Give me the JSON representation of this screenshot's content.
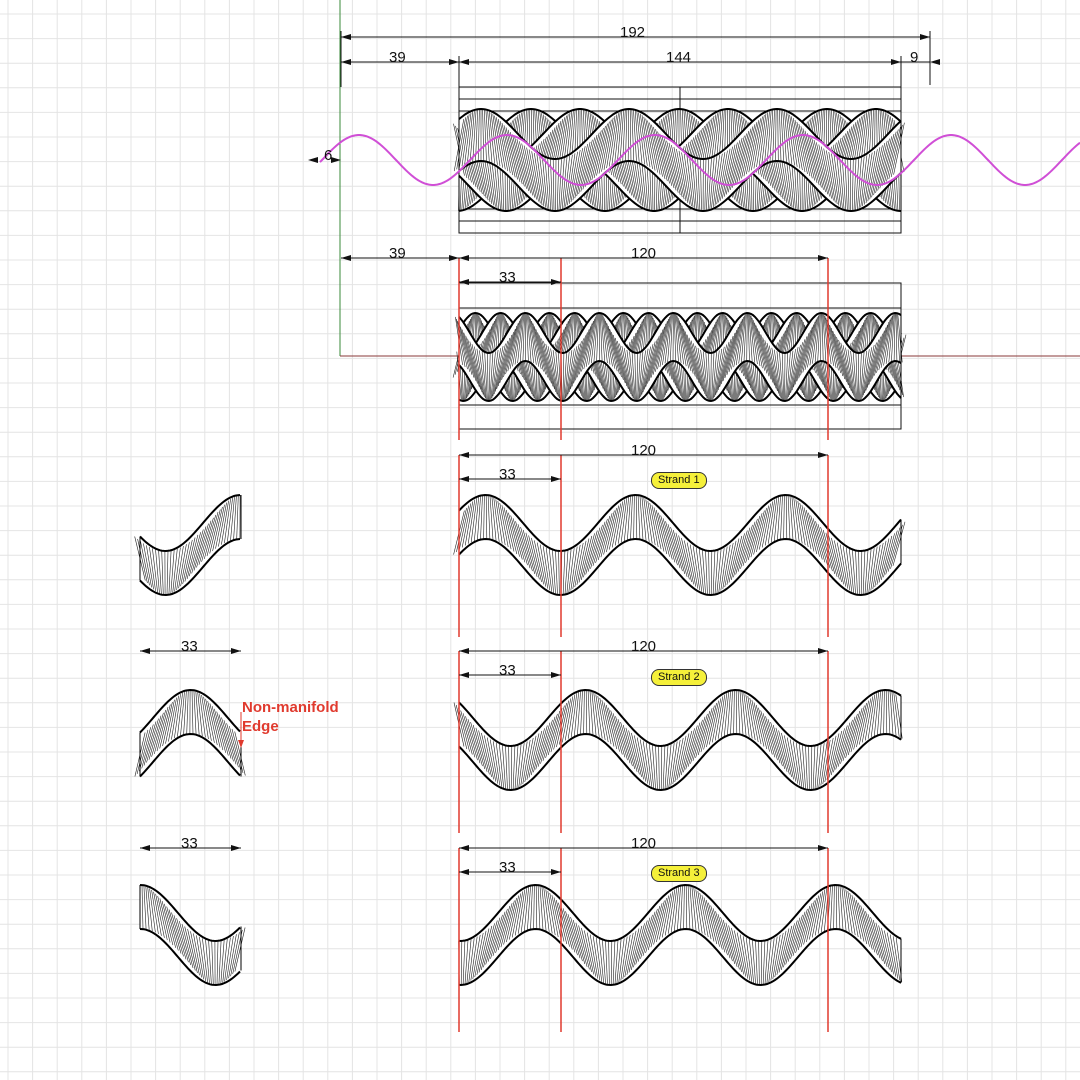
{
  "dimensions": {
    "top_total": "192",
    "top_left": "39",
    "top_middle": "144",
    "top_right": "9",
    "offset": "6",
    "row2_left": "39",
    "row2_span": "120",
    "row2_sub": "33",
    "strand1_span": "120",
    "strand1_sub": "33",
    "strand2_span": "120",
    "strand2_sub": "33",
    "strand2_piece": "33",
    "strand3_span": "120",
    "strand3_sub": "33",
    "strand3_piece": "33"
  },
  "labels": {
    "strand1": "Strand 1",
    "strand2": "Strand 2",
    "strand3": "Strand 3"
  },
  "annotation": {
    "line1": "Non-manifold",
    "line2": "Edge"
  },
  "colors": {
    "grid": "#e4e4e4",
    "curve": "#d04fd6",
    "guide": "#e03a2e",
    "axis_y": "#3a8a3a",
    "axis_x": "#8a3a3a",
    "label_bg": "#f5f03a"
  }
}
